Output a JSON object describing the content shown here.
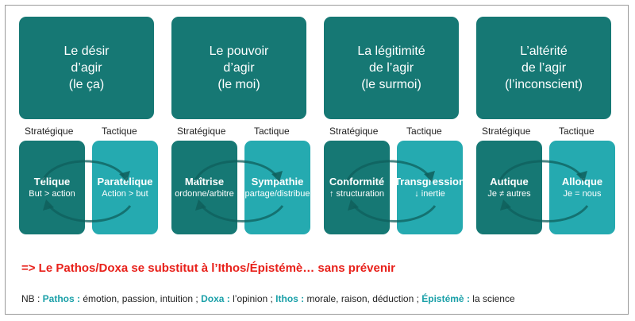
{
  "columns": [
    {
      "title": [
        "Le désir",
        "d’agir",
        "(le ça)"
      ],
      "strategic_label": "Stratégique",
      "tactical_label": "Tactique",
      "strategic": {
        "name": "Télique",
        "desc": "But > action"
      },
      "tactical": {
        "name": "Paratélique",
        "desc": "Action > but"
      }
    },
    {
      "title": [
        "Le pouvoir",
        "d’agir",
        "(le moi)"
      ],
      "strategic_label": "Stratégique",
      "tactical_label": "Tactique",
      "strategic": {
        "name": "Maîtrise",
        "desc": "ordonne/arbitre"
      },
      "tactical": {
        "name": "Sympathie",
        "desc": "partage/distribue"
      }
    },
    {
      "title": [
        "La légitimité",
        "de l’agir",
        "(le surmoi)"
      ],
      "strategic_label": "Stratégique",
      "tactical_label": "Tactique",
      "strategic": {
        "name": "Conformité",
        "desc": "↑ structuration"
      },
      "tactical": {
        "name": "Transgression",
        "desc": "↓ inertie"
      }
    },
    {
      "title": [
        "L’altérité",
        "de l’agir",
        "(l’inconscient)"
      ],
      "strategic_label": "Stratégique",
      "tactical_label": "Tactique",
      "strategic": {
        "name": "Autique",
        "desc": "Je ≠ autres"
      },
      "tactical": {
        "name": "Alloïque",
        "desc": "Je = nous"
      }
    }
  ],
  "warning": "=> Le Pathos/Doxa se substitut à l’Ithos/Épistémè… sans prévenir",
  "nb": {
    "prefix": "NB : ",
    "items": [
      {
        "term": "Pathos :",
        "text": " émotion, passion, intuition ; "
      },
      {
        "term": "Doxa :",
        "text": " l’opinion ; "
      },
      {
        "term": "Ithos :",
        "text": " morale, raison, déduction ; "
      },
      {
        "term": "Épistémè :",
        "text": " la science"
      }
    ]
  },
  "colors": {
    "dark_teal": "#167874",
    "light_teal": "#25aab0",
    "warning_red": "#e8201a",
    "term_teal": "#1aa0a8"
  }
}
